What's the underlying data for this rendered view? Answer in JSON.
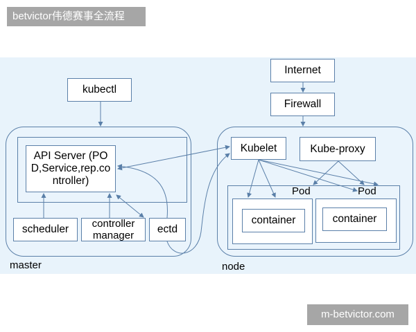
{
  "header": {
    "badge_text": "betvictor伟德赛事全流程"
  },
  "footer": {
    "watermark_text": "m-betvictor.com"
  },
  "diagram": {
    "kubectl": "kubectl",
    "internet": "Internet",
    "firewall": "Firewall",
    "api_server": "API Server (POD,Service,rep.controller)",
    "scheduler": "scheduler",
    "controller_manager": "controller manager",
    "ectd": "ectd",
    "master_label": "master",
    "kubelet": "Kubelet",
    "kube_proxy": "Kube-proxy",
    "pod_left": "Pod",
    "pod_right": "Pod",
    "container_left": "container",
    "container_right": "container",
    "node_label": "node"
  },
  "colors": {
    "stroke": "#5a7fa8",
    "background": "#e8f3fb"
  }
}
